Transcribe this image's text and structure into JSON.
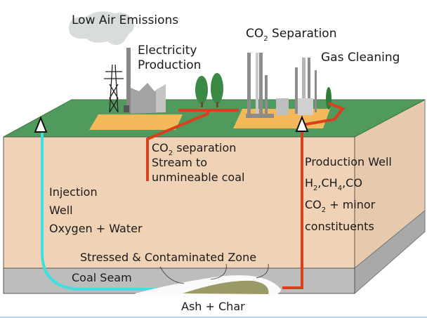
{
  "labels": {
    "low_air_emissions": "Low Air Emissions",
    "electricity_line1": "Electricity",
    "electricity_line2": "Production",
    "co2_separation": {
      "pre": "CO",
      "sub": "2",
      "post": " Separation"
    },
    "gas_cleaning": "Gas Cleaning",
    "co2_stream_line1": {
      "pre": "CO",
      "sub": "2",
      "post": " separation"
    },
    "co2_stream_line2": "Stream to",
    "co2_stream_line3": "unmineable coal",
    "production_well": "Production Well",
    "gases_line": {
      "a": "H",
      "a_sub": "2",
      "b": ",CH",
      "b_sub": "4",
      "c": ",CO"
    },
    "co2_minor": {
      "pre": "CO",
      "sub": "2",
      "post": " + minor"
    },
    "constituents": "constituents",
    "injection_line1": "Injection",
    "injection_line2": "Well",
    "injection_line3": "Oxygen + Water",
    "stressed_zone": "Stressed & Contaminated Zone",
    "coal_seam": "Coal Seam",
    "ash_char": "Ash + Char"
  },
  "colors": {
    "ground_top": "#4f9a5c",
    "earth": "#f0d2b6",
    "coal": "#bdbdbd",
    "injection_pipe": "#3ee0e0",
    "production_pipe": "#d8401e",
    "pad": "#f2b85a",
    "char": "#9a9a66"
  }
}
